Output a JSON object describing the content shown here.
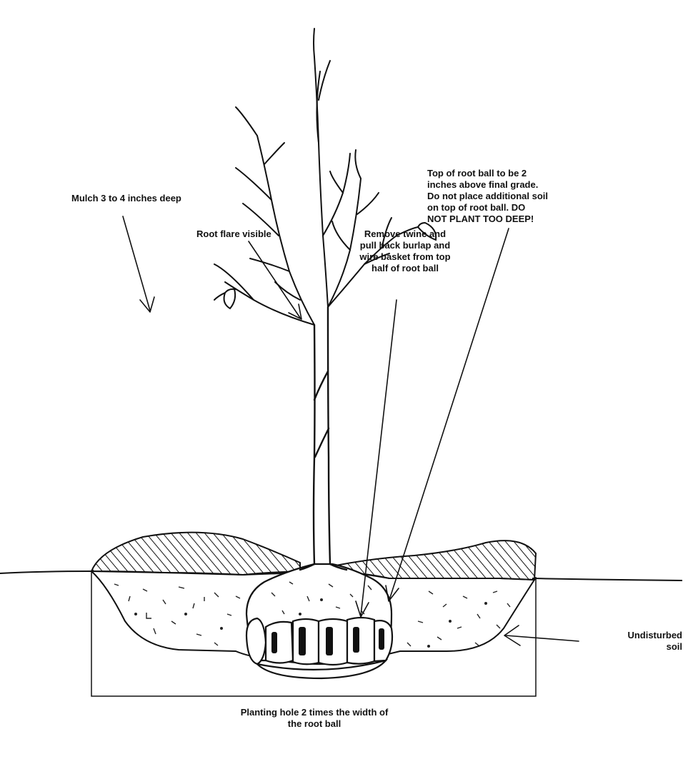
{
  "labels": {
    "mulch": "Mulch 3 to 4 inches deep",
    "root_flare": "Root flare visible",
    "remove_twine": [
      "Remove twine and",
      "pull back burlap and",
      "wire basket from top",
      "half of root ball"
    ],
    "top_of_root_ball": [
      "Top of root ball to be 2",
      "inches above final grade.",
      "Do not place additional soil",
      "on top of root ball.  DO",
      "NOT PLANT TOO DEEP!"
    ],
    "undisturbed_soil": [
      "Undisturbed",
      "soil"
    ],
    "planting_hole": [
      "Planting hole 2 times the width of",
      "the root ball"
    ]
  },
  "colors": {
    "ink": "#111111",
    "paper": "#ffffff"
  }
}
